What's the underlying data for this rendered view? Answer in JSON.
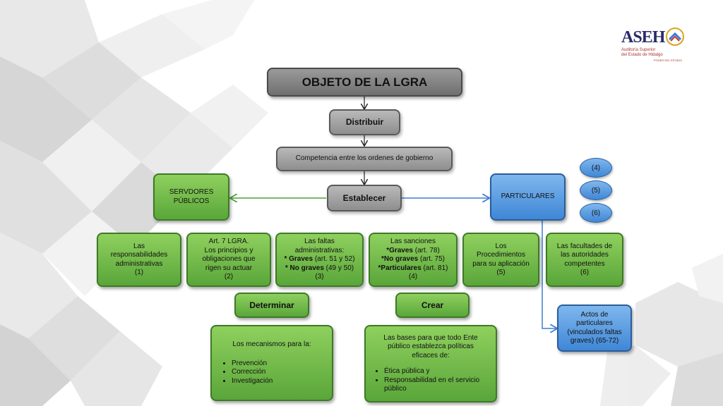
{
  "logo": {
    "text": "ASEH",
    "line1": "Auditoría Superior",
    "line2": "del Estado de Hidalgo",
    "line3": "PODER DEL ESTADO"
  },
  "title": "OBJETO DE LA LGRA",
  "distribuir": "Distribuir",
  "competencia": "Competencia entre los ordenes de gobierno",
  "establecer": "Establecer",
  "servidores": "SERVDORES PÚBLICOS",
  "particulares": "PARTICULARES",
  "ovals": [
    "(4)",
    "(5)",
    "(6)"
  ],
  "boxes": {
    "b1": [
      "Las",
      "responsabilidades",
      "administrativas",
      "(1)"
    ],
    "b2": [
      "Art. 7 LGRA.",
      "Los principios y",
      "obligaciones que",
      "rigen su actuar",
      "(2)"
    ],
    "b3": {
      "l1": "Las faltas",
      "l2": "administrativas:",
      "l3b": "* Graves",
      "l3": " (art. 51 y 52)",
      "l4b": "* No graves",
      "l4": " (49 y 50)",
      "l5": "(3)"
    },
    "b4": {
      "l1": "Las sanciones",
      "l2b": "*Graves",
      "l2": " (art. 78)",
      "l3b": "*No graves",
      "l3": " (art. 75)",
      "l4b": "*Particulares",
      "l4": " (art. 81)",
      "l5": "(4)"
    },
    "b5": [
      "Los",
      "Procedimientos",
      "para su aplicación",
      "(5)"
    ],
    "b6": [
      "Las facultades de",
      "las autoridades",
      "competentes",
      "(6)"
    ]
  },
  "determinar": "Determinar",
  "crear": "Crear",
  "actos": [
    "Actos de",
    "particulares",
    "(vinculados faltas",
    "graves) (65-72)"
  ],
  "mecanismos": {
    "intro": "Los mecanismos para la:",
    "items": [
      "Prevención",
      "Corrección",
      "Investigación"
    ]
  },
  "bases": {
    "intro": [
      "Las bases para que todo Ente",
      "público establezca políticas",
      "eficaces de:"
    ],
    "items": [
      "Ética pública y",
      "Responsabilidad en el servicio público"
    ]
  },
  "colors": {
    "green": "#6cb845",
    "blue": "#4a90d9",
    "gray": "#808080"
  }
}
